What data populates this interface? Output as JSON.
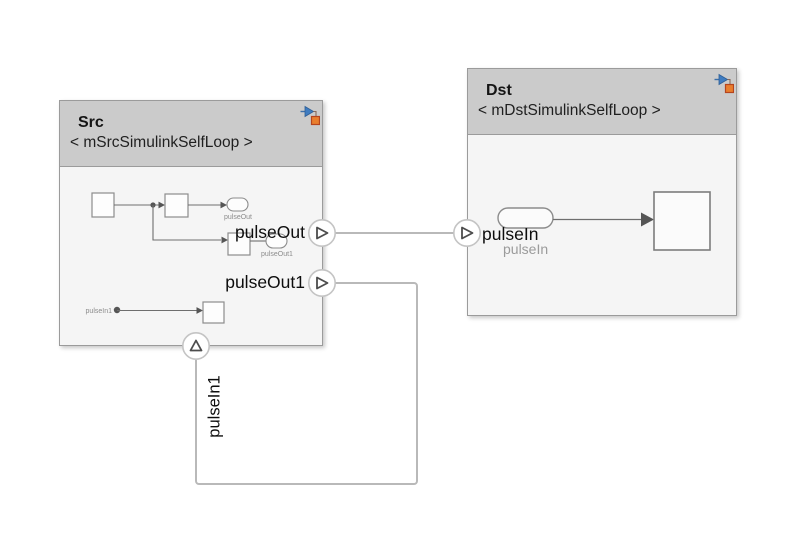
{
  "app": {
    "canvas_type": "architecture-diagram",
    "background": "#ffffff"
  },
  "components": {
    "src": {
      "title": "Src",
      "stereotype": "< mSrcSimulinkSelfLoop >",
      "badge_icon": "simulink-behavior-icon",
      "ports": {
        "pulseOut": {
          "label": "pulseOut",
          "side": "right",
          "direction": "output"
        },
        "pulseOut1": {
          "label": "pulseOut1",
          "side": "right",
          "direction": "output"
        },
        "pulseIn1": {
          "label": "pulseIn1",
          "side": "bottom",
          "direction": "input"
        }
      },
      "inner": {
        "outport1": "pulseOut",
        "outport2": "pulseOut1",
        "inport1": "pulseIn1"
      }
    },
    "dst": {
      "title": "Dst",
      "stereotype": "< mDstSimulinkSelfLoop >",
      "badge_icon": "simulink-behavior-icon",
      "ports": {
        "pulseIn": {
          "label": "pulseIn",
          "side": "left",
          "direction": "input"
        }
      },
      "inner": {
        "inport1": "pulseIn"
      }
    }
  },
  "connectors": [
    {
      "name": "pulseOut-to-pulseIn",
      "from": "Src.pulseOut",
      "to": "Dst.pulseIn"
    },
    {
      "name": "pulseOut1-to-pulseIn1-selfloop",
      "from": "Src.pulseOut1",
      "to": "Src.pulseIn1"
    }
  ],
  "colors": {
    "header_fill": "#cbcbcb",
    "body_fill": "#f5f5f5",
    "component_border": "#9b9b9b",
    "connector": "#b9b9b9",
    "inner_line": "#6e6e6e",
    "inner_block_border": "#8c8c8c",
    "port_circle_border": "#c4c4c4",
    "port_glyph": "#4d4d4d",
    "tiny_label": "#8c8c8c",
    "gray_label": "#9b9b9b",
    "badge_blue": "#3f7cc0",
    "badge_orange": "#e97e2d"
  }
}
